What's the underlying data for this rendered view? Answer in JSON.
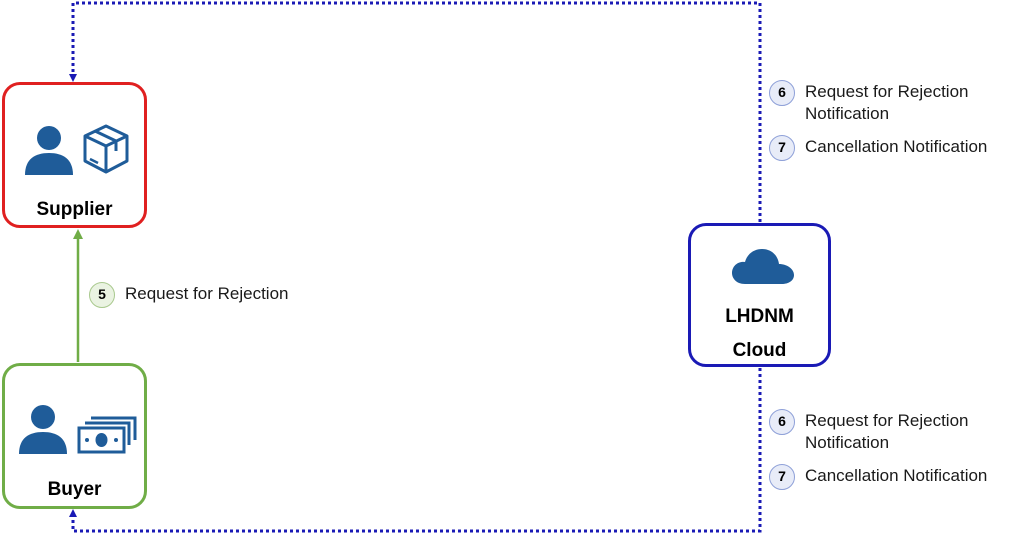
{
  "nodes": {
    "supplier": {
      "label": "Supplier",
      "border_color": "#e02020",
      "icons": [
        "person-icon",
        "package-icon"
      ]
    },
    "buyer": {
      "label": "Buyer",
      "border_color": "#70ad47",
      "icons": [
        "person-icon",
        "money-icon"
      ]
    },
    "cloud": {
      "label_line1": "LHDNM",
      "label_line2": "Cloud",
      "border_color": "#1a1ab5",
      "icons": [
        "cloud-icon"
      ]
    }
  },
  "icon_color": "#1f5c99",
  "steps": {
    "buyer_to_supplier": {
      "number": "5",
      "text": "Request for Rejection"
    },
    "cloud_to_supplier": [
      {
        "number": "6",
        "text_line1": "Request for Rejection",
        "text_line2": "Notification"
      },
      {
        "number": "7",
        "text_line1": "Cancellation Notification"
      }
    ],
    "cloud_to_buyer": [
      {
        "number": "6",
        "text_line1": "Request for Rejection",
        "text_line2": "Notification"
      },
      {
        "number": "7",
        "text_line1": "Cancellation Notification"
      }
    ]
  },
  "connectors": {
    "solid_color": "#70ad47",
    "dotted_color": "#1a1ab5"
  }
}
